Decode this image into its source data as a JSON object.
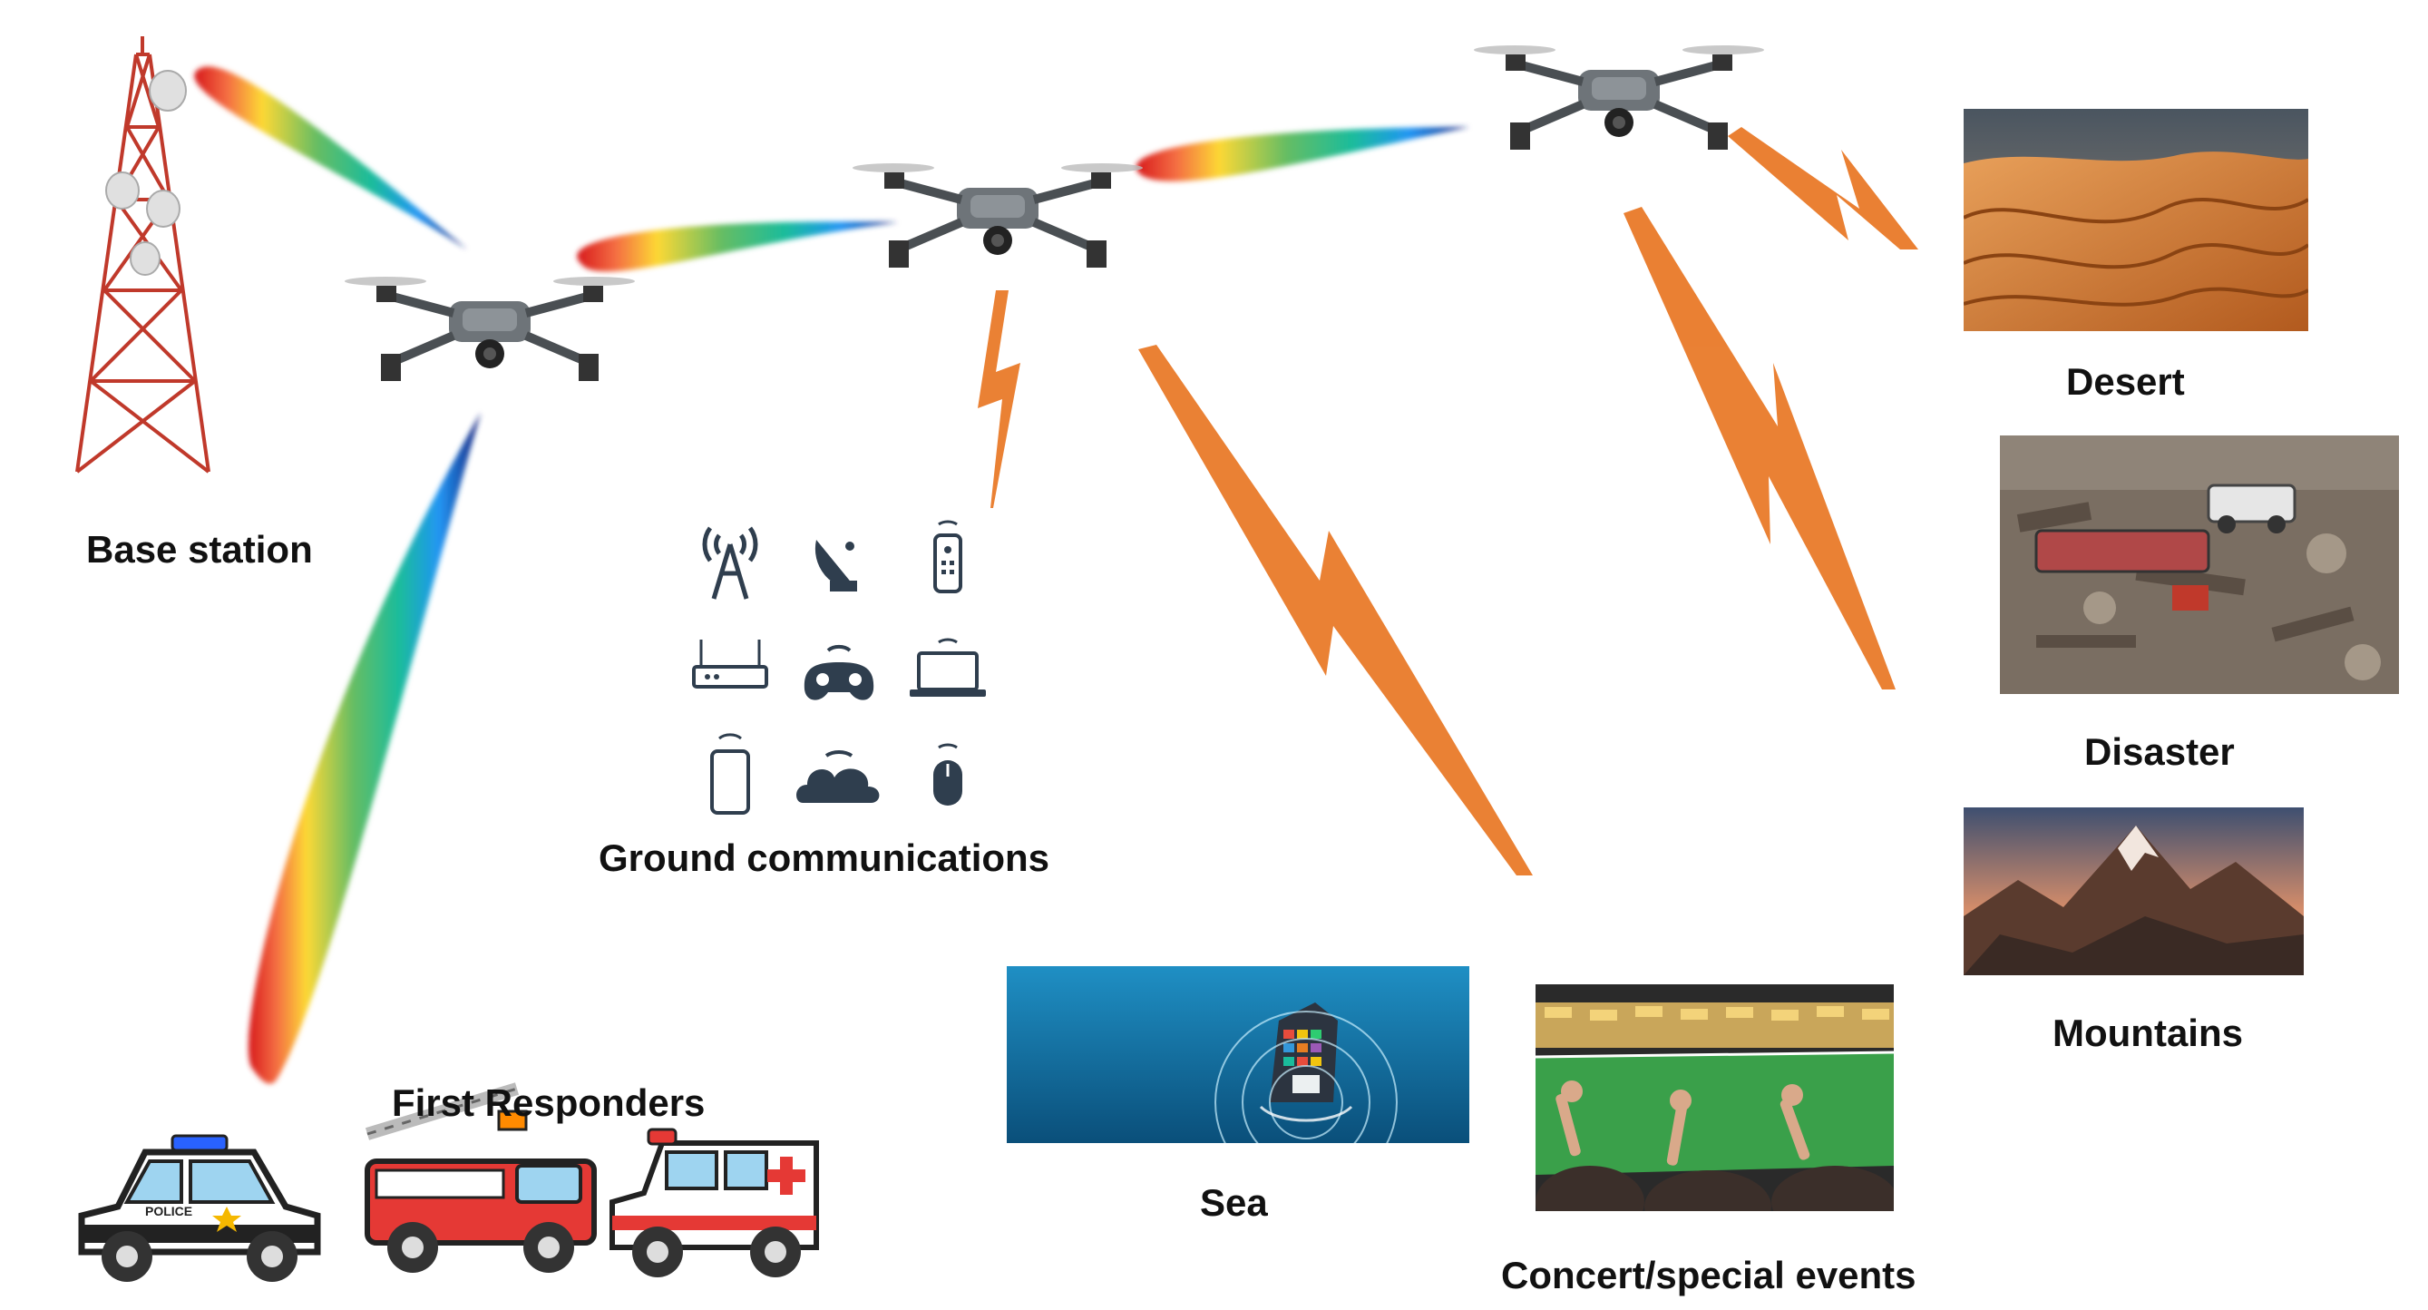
{
  "labels": {
    "base_station": "Base station",
    "ground_communications": "Ground communications",
    "first_responders": "First Responders",
    "sea": "Sea",
    "concert": "Concert/special events",
    "desert": "Desert",
    "disaster": "Disaster",
    "mountains": "Mountains",
    "police_text": "POLICE"
  },
  "colors": {
    "lightning": "#e8731e",
    "tower": "#c0392b",
    "device_icons": "#2f3e4e",
    "beam_gradient": [
      "#d7191c",
      "#fdae61",
      "#ffff66",
      "#1a9641",
      "#00c0ff",
      "#2b3bd9"
    ]
  },
  "icons": [
    "tower-icon",
    "satellite-dish-icon",
    "remote-control-icon",
    "router-icon",
    "game-controller-icon",
    "laptop-icon",
    "smartphone-icon",
    "cloud-icon",
    "mouse-icon"
  ]
}
